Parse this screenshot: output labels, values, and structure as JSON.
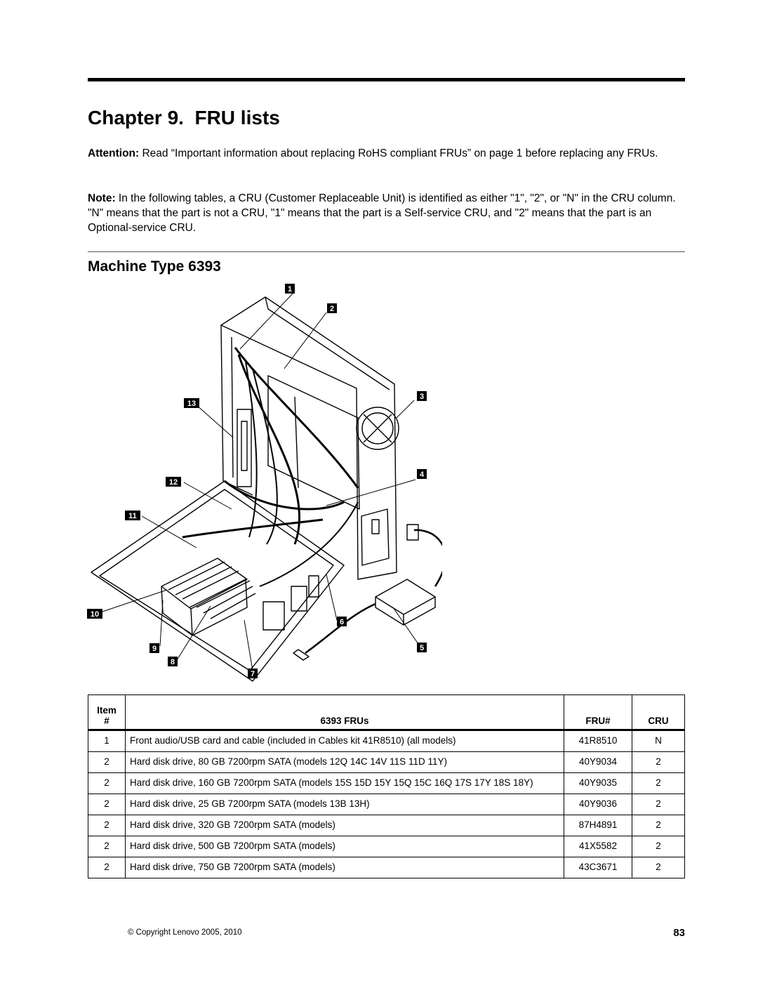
{
  "chapter_title": "Chapter 9.  FRU lists",
  "attention": {
    "label": "Attention:",
    "text": "Read “Important information about replacing RoHS compliant FRUs” on page 1 before replacing any FRUs."
  },
  "note": {
    "label": "Note:",
    "text": "In the following tables, a CRU (Customer Replaceable Unit) is identified as either \"1\", \"2\", or \"N\" in the CRU column. \"N\" means that the part is not a CRU, \"1\" means that the part is a Self-service CRU, and \"2\" means that the part is an Optional-service CRU."
  },
  "section_title": "Machine Type 6393",
  "figure": {
    "callouts": [
      "1",
      "2",
      "3",
      "4",
      "5",
      "6",
      "7",
      "8",
      "9",
      "10",
      "11",
      "12",
      "13"
    ]
  },
  "table": {
    "headers": {
      "item_line1": "Item",
      "item_line2": "#",
      "desc": "6393  FRUs",
      "fru": "FRU#",
      "cru": "CRU"
    },
    "rows": [
      {
        "item": "1",
        "desc": "Front audio/USB card and cable (included in Cables kit 41R8510) (all models)",
        "fru": "41R8510",
        "cru": "N"
      },
      {
        "item": "2",
        "desc": "Hard disk drive, 80 GB 7200rpm SATA (models 12Q 14C 14V 11S 11D 11Y)",
        "fru": "40Y9034",
        "cru": "2"
      },
      {
        "item": "2",
        "desc": "Hard disk drive, 160 GB 7200rpm SATA (models 15S 15D 15Y 15Q 15C 16Q 17S 17Y 18S 18Y)",
        "fru": "40Y9035",
        "cru": "2"
      },
      {
        "item": "2",
        "desc": "Hard disk drive, 25 GB 7200rpm SATA (models 13B 13H)",
        "fru": "40Y9036",
        "cru": "2"
      },
      {
        "item": "2",
        "desc": "Hard disk drive, 320 GB 7200rpm SATA (models)",
        "fru": "87H4891",
        "cru": "2"
      },
      {
        "item": "2",
        "desc": "Hard disk drive, 500 GB 7200rpm SATA (models)",
        "fru": "41X5582",
        "cru": "2"
      },
      {
        "item": "2",
        "desc": "Hard disk drive, 750 GB 7200rpm SATA (models)",
        "fru": "43C3671",
        "cru": "2"
      }
    ]
  },
  "footer": {
    "copyright": "© Copyright Lenovo 2005, 2010",
    "page_number": "83"
  }
}
